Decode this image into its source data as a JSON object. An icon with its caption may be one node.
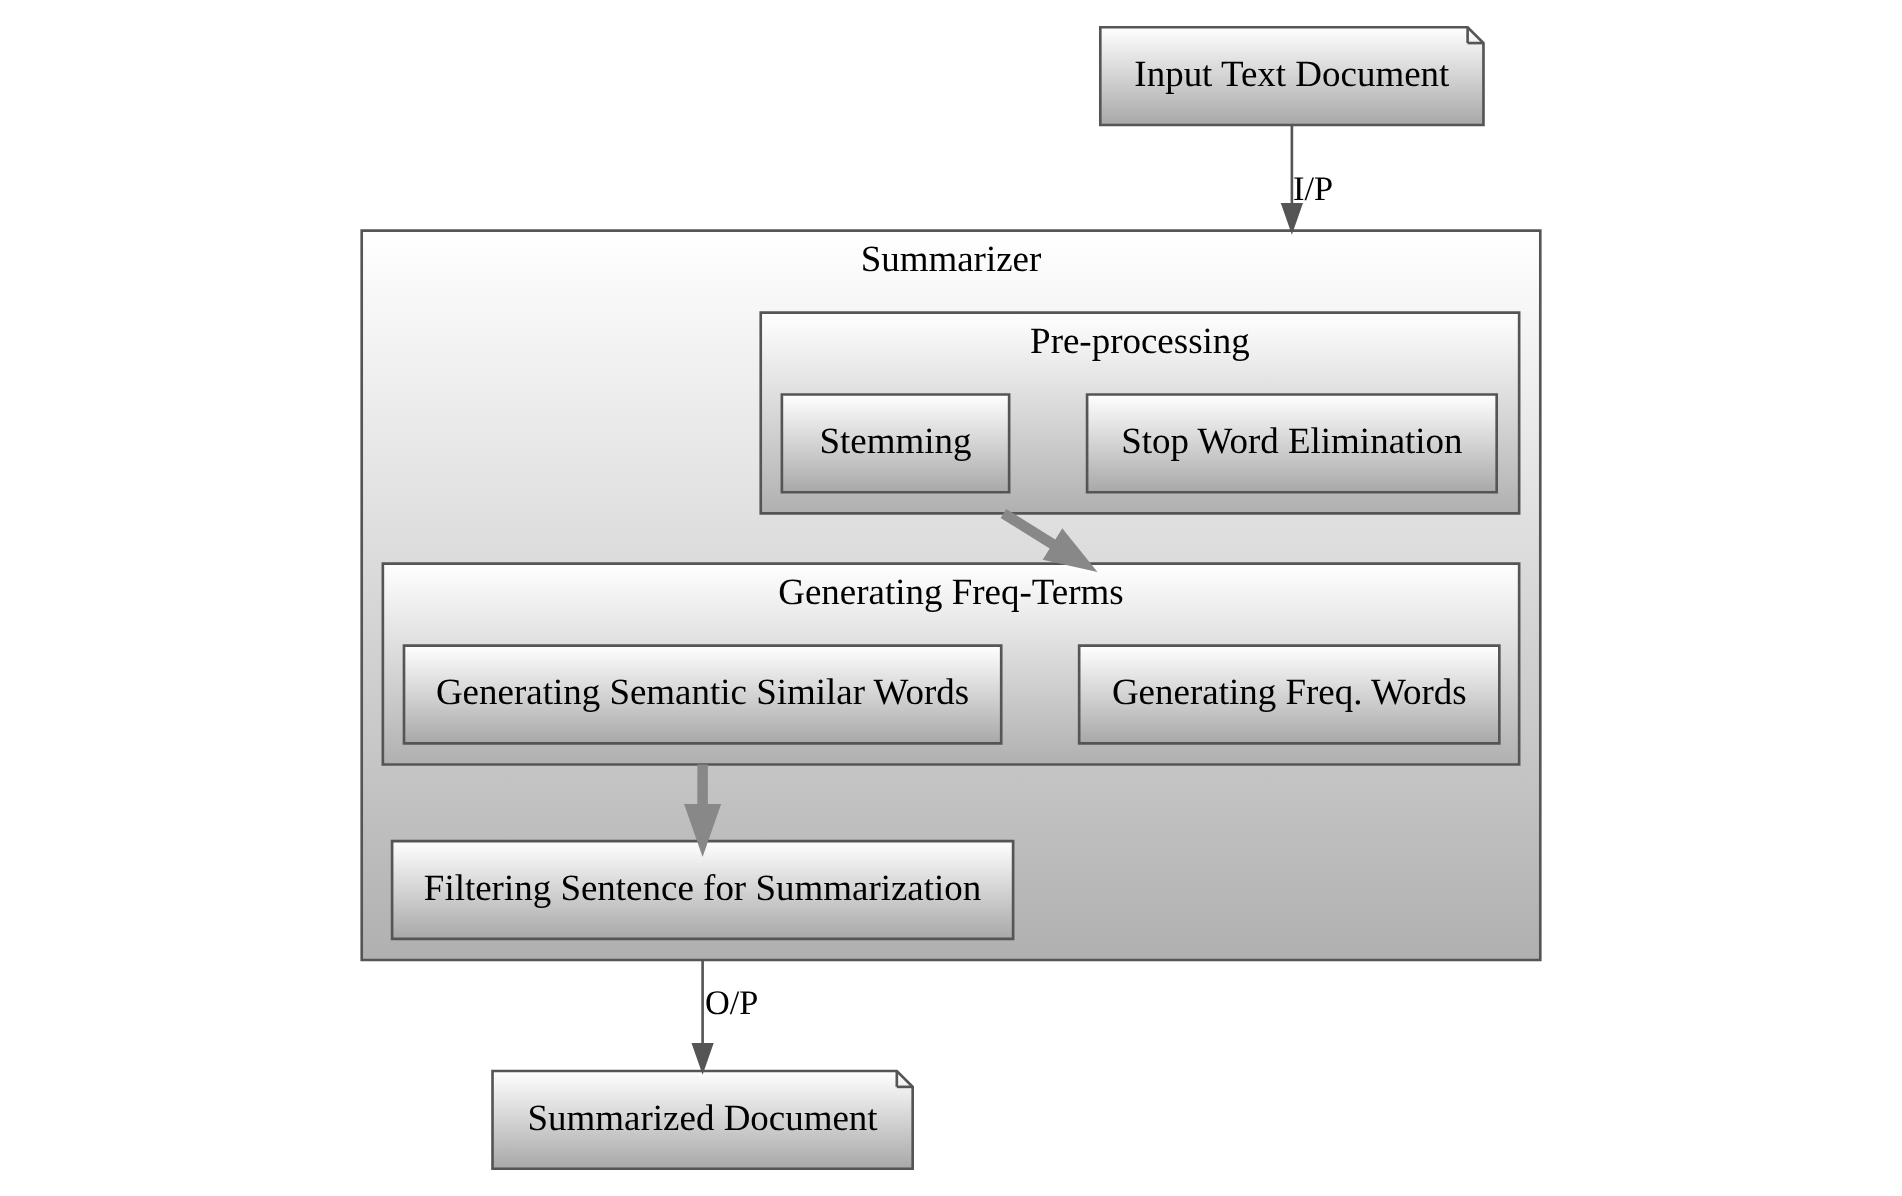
{
  "diagram": {
    "nodes": [
      {
        "text": [
          "Input Text Document"
        ]
      },
      {
        "text": [
          "Summarizer"
        ]
      },
      {
        "text": [
          "Pre-processing"
        ],
        "in": 1
      },
      {
        "text": [
          "Stop Word Elimination"
        ],
        "in": 2
      },
      {
        "text": [
          "Stemming"
        ],
        "in": 2
      },
      {
        "text": [
          "Generating Freq-Terms"
        ],
        "in": 1
      },
      {
        "text": [
          "Generating Freq. Words"
        ],
        "in": 5
      },
      {
        "text": [
          "Generating Semantic Similar Words"
        ],
        "in": 5
      },
      {
        "text": [
          "Filtering Sentence for Summarization"
        ],
        "in": 1
      },
      {
        "text": [
          "Summarized Document"
        ]
      }
    ],
    "edges": [
      {
        "from": 0,
        "to": 1,
        "arrow": "to",
        "label": "I/P"
      },
      {
        "from": 2,
        "to": 5,
        "arrow": "to",
        "style": "thick"
      },
      {
        "from": 5,
        "to": 8,
        "arrow": "to",
        "style": "thick"
      },
      {
        "from": 1,
        "to": 9,
        "arrow": "to",
        "label": "O/P"
      }
    ]
  }
}
